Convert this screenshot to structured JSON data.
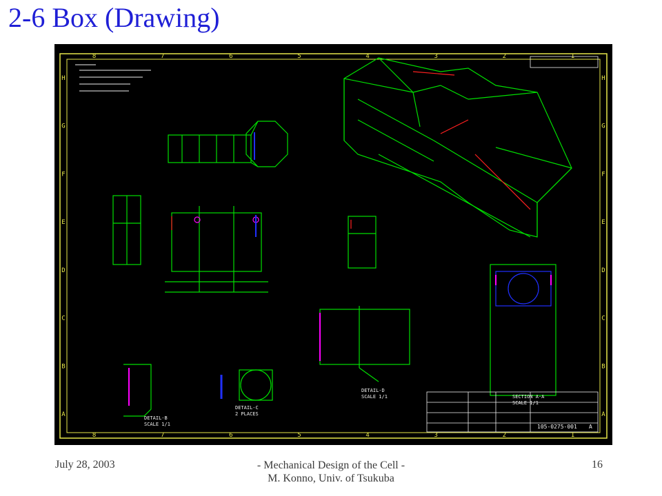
{
  "slide": {
    "title": "2-6 Box (Drawing)"
  },
  "drawing": {
    "background": "#000000",
    "line_color": "#00e000",
    "frame_color": "#e8e84a",
    "accent_colors": [
      "#ff2020",
      "#2030ff",
      "#ff00ff"
    ],
    "column_labels": [
      "8",
      "7",
      "6",
      "5",
      "4",
      "3",
      "2",
      "1"
    ],
    "row_labels": [
      "H",
      "G",
      "F",
      "E",
      "D",
      "C",
      "B",
      "A"
    ],
    "views": {
      "detail_b": [
        "DETAIL-B",
        "SCALE 1/1"
      ],
      "detail_c": [
        "DETAIL-C",
        "2 PLACES"
      ],
      "detail_d": [
        "DETAIL-D",
        "SCALE 1/1"
      ],
      "section_a": [
        "SECTION A-A",
        "SCALE 1/1"
      ]
    },
    "title_block": {
      "drawing_number": "105-0275-001",
      "revision": "A"
    }
  },
  "footer": {
    "date": "July 28, 2003",
    "center_line1": "- Mechanical Design of the Cell -",
    "center_line2": "M. Konno, Univ. of Tsukuba",
    "page": "16"
  }
}
